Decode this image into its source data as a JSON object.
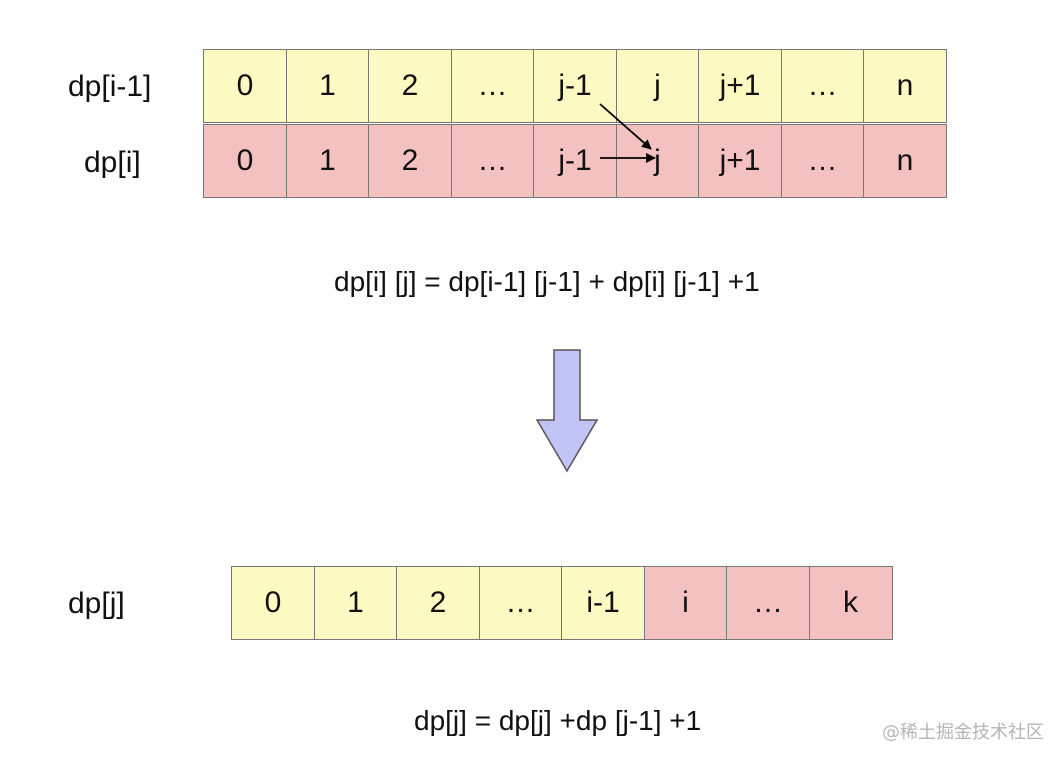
{
  "top": {
    "row_prev_label": "dp[i-1]",
    "row_curr_label": "dp[i]",
    "row_prev_cells": [
      "0",
      "1",
      "2",
      "…",
      "j-1",
      "j",
      "j+1",
      "…",
      "n"
    ],
    "row_curr_cells": [
      "0",
      "1",
      "2",
      "…",
      "j-1",
      "j",
      "j+1",
      "…",
      "n"
    ],
    "formula": "dp[i] [j] = dp[i-1] [j-1] + dp[i] [j-1] +1"
  },
  "bottom": {
    "row_label": "dp[j]",
    "cells": [
      "0",
      "1",
      "2",
      "…",
      "i-1",
      "i",
      "…",
      "k"
    ],
    "formula": "dp[j] = dp[j] +dp [j-1] +1"
  },
  "watermark": "@稀土掘金技术社区",
  "colors": {
    "old_cell": "#fbfac3",
    "new_cell": "#f4c1c1",
    "down_arrow_fill": "#c2c4f5",
    "border": "#777777"
  }
}
